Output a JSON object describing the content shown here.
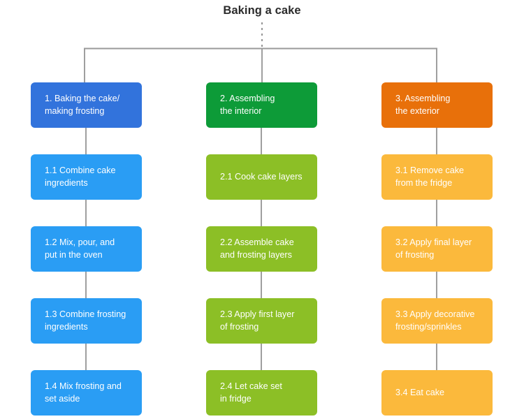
{
  "title": "Baking a cake",
  "chart_data": {
    "type": "diagram",
    "diagram_kind": "flowchart-tree",
    "title": "Baking a cake",
    "orientation": "top-down, three parallel branches",
    "root_connector": "dashed vertical line from title to horizontal distribution bar",
    "columns": [
      {
        "id": "column-1",
        "accent_color": "#3273dc",
        "step_color": "#2a9df4",
        "header": "1. Baking the cake/\nmaking frosting",
        "steps": [
          "1.1 Combine cake\ningredients",
          "1.2 Mix, pour, and\nput in the oven",
          "1.3 Combine frosting\ningredients",
          "1.4 Mix frosting and\nset aside"
        ]
      },
      {
        "id": "column-2",
        "accent_color": "#0d9b38",
        "step_color": "#8cbf26",
        "header": "2. Assembling\nthe interior",
        "steps": [
          "2.1 Cook cake layers",
          "2.2 Assemble cake\nand frosting layers",
          "2.3 Apply first layer\nof frosting",
          "2.4 Let cake set\nin fridge"
        ]
      },
      {
        "id": "column-3",
        "accent_color": "#e8700a",
        "step_color": "#fbb93c",
        "header": "3. Assembling\nthe exterior",
        "steps": [
          "3.1 Remove cake\nfrom the fridge",
          "3.2 Apply final layer\nof frosting",
          "3.3 Apply decorative\nfrosting/sprinkles",
          "3.4 Eat cake"
        ]
      }
    ],
    "colors": {
      "background": "#ffffff",
      "title_text": "#2b2b2b",
      "node_text": "#ffffff",
      "connector_line": "#9a9a9a"
    }
  }
}
